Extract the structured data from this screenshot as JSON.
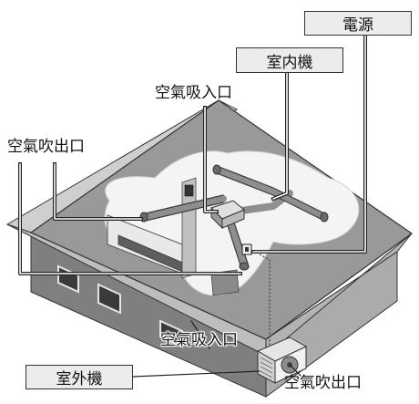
{
  "labels": {
    "power_supply": "電源",
    "indoor_unit": "室内機",
    "outdoor_unit": "室外機",
    "air_intake_top": "空氣吸入口",
    "air_outlet_left": "空氣吹出口",
    "air_intake_bottom": "空氣吸入口",
    "air_outlet_bottom": "空氣吹出口"
  },
  "colors": {
    "label_box_fill": "#ececec",
    "leader_line": "#222222",
    "roof_top": "#9a9a9a",
    "roof_left": "#c8c8c8",
    "roof_right": "#bdbdbd",
    "wall_front": "#7d7d7d",
    "wall_right": "#a9a9a9",
    "attic_space": "#f4f4f4"
  }
}
